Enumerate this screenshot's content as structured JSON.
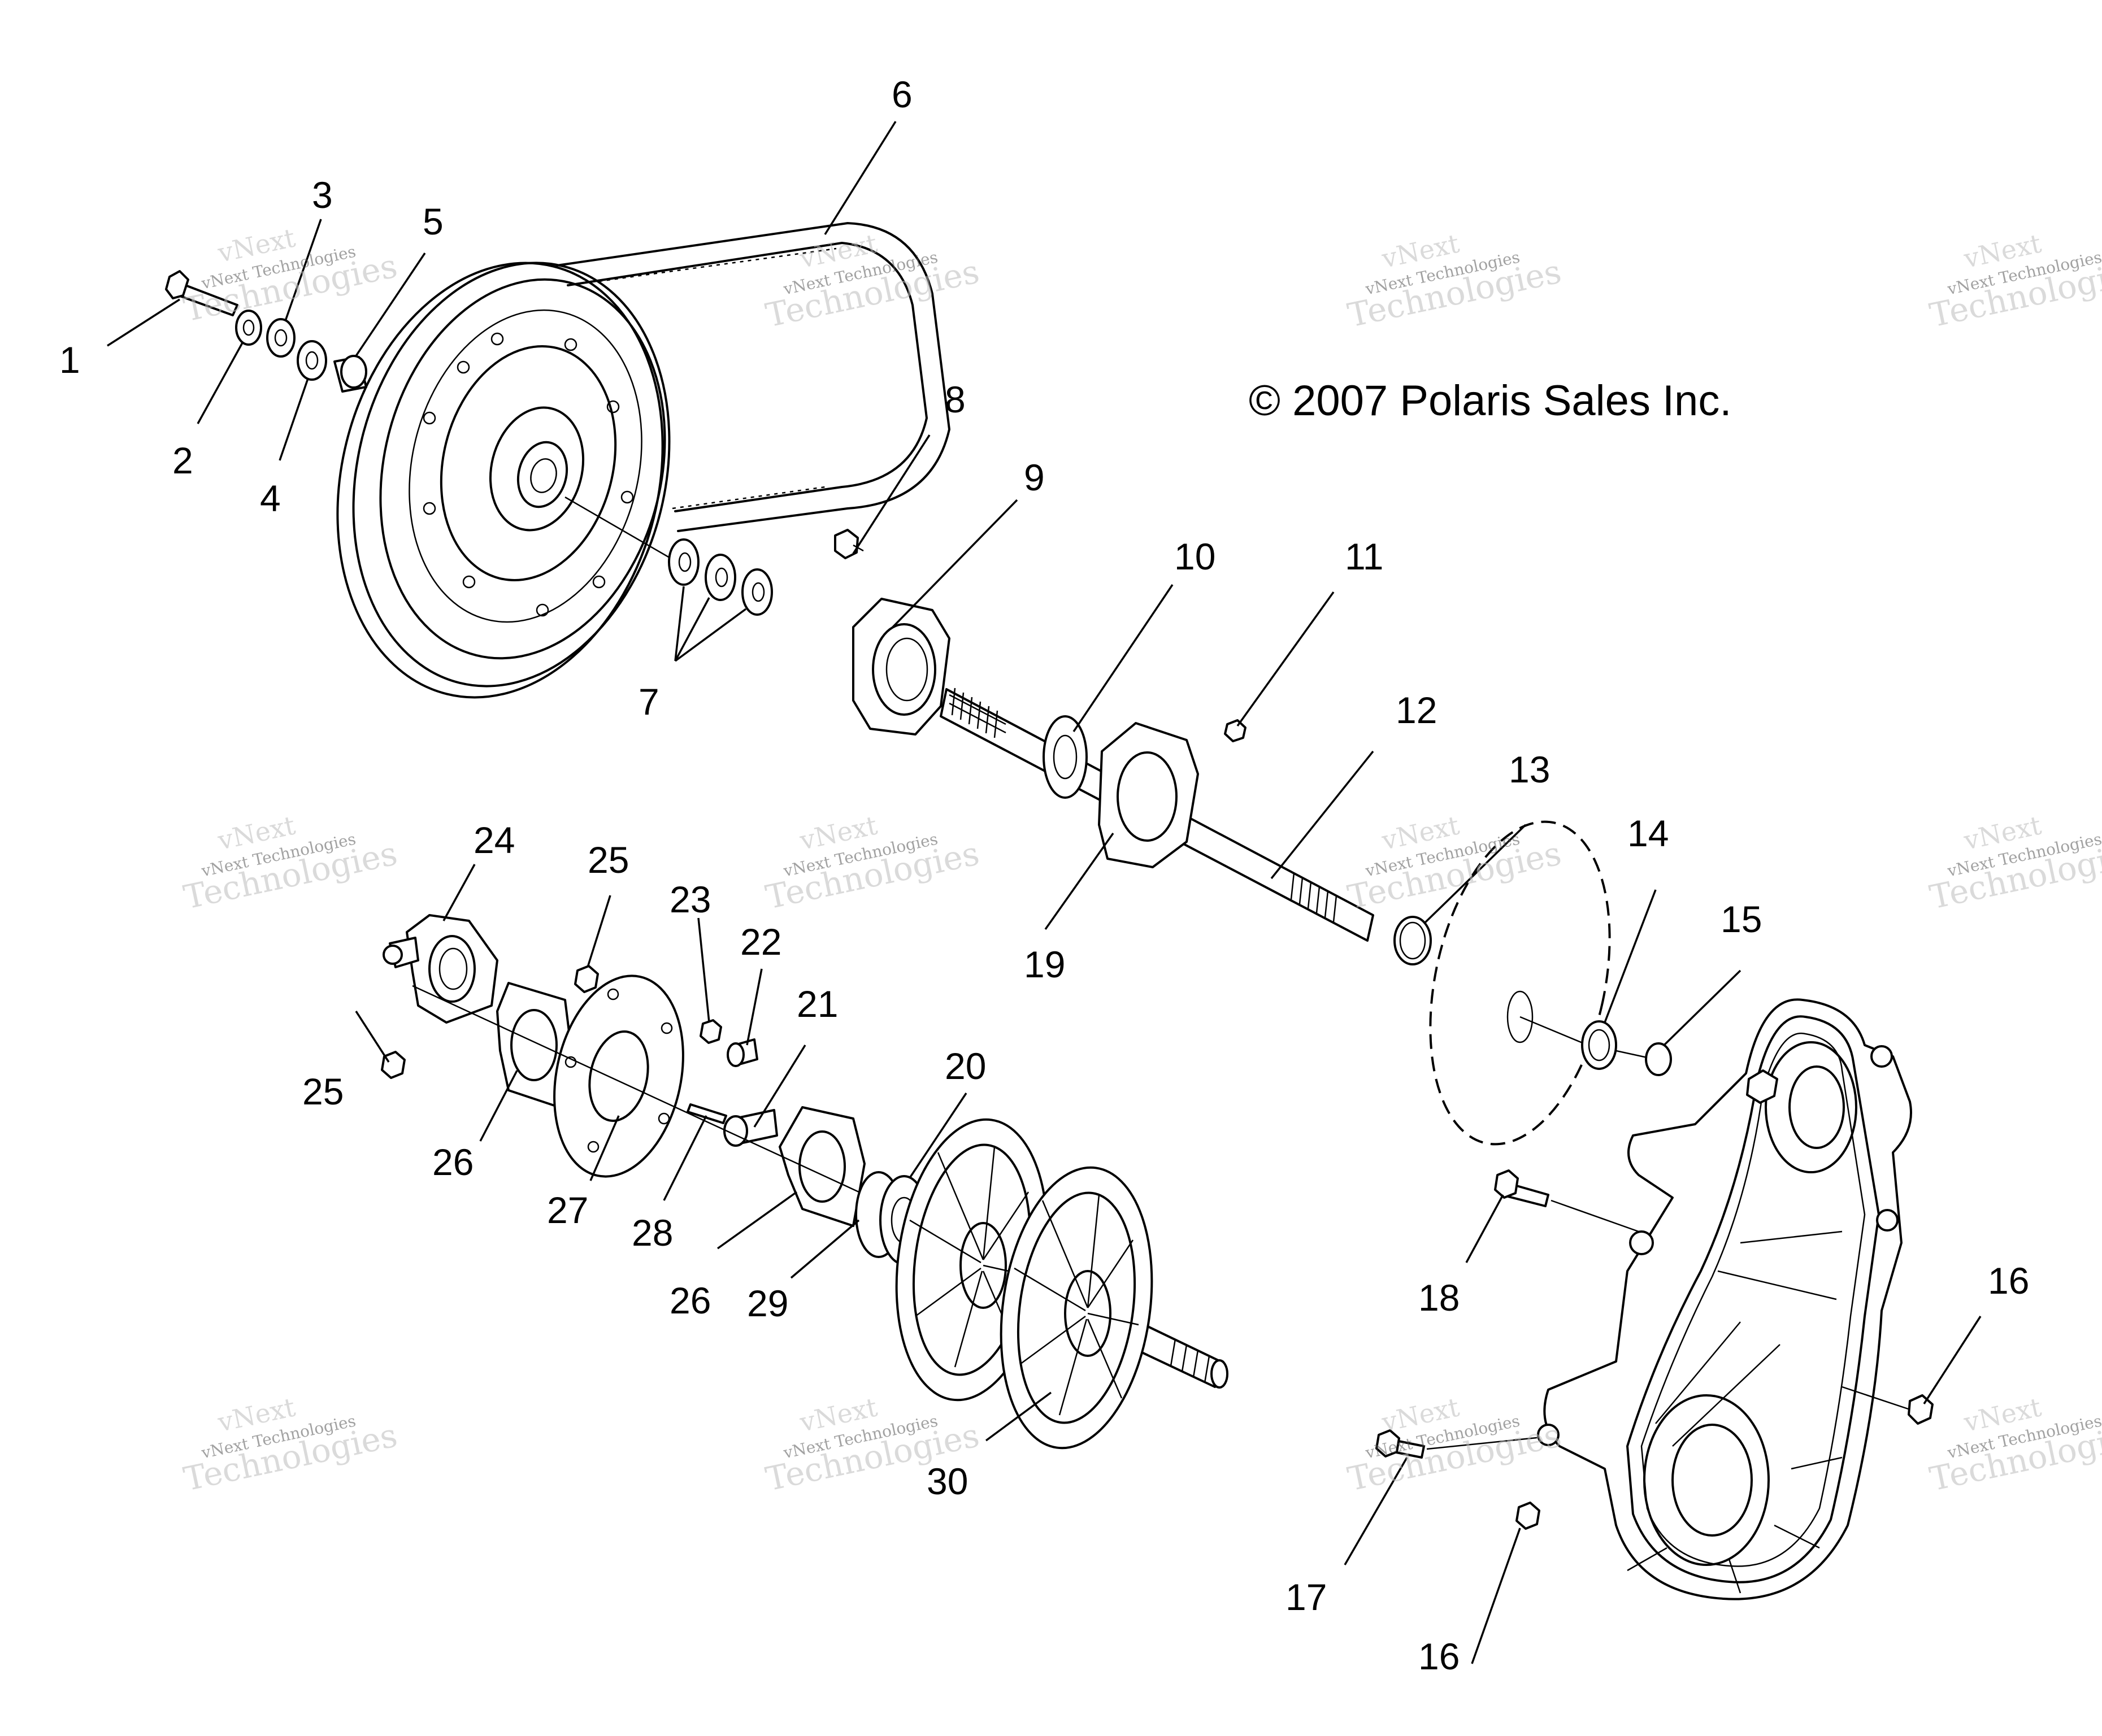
{
  "copyright": "© 2007 Polaris Sales Inc.",
  "watermark": {
    "line1": "vNext",
    "line2": "vNext Technologies",
    "line3": "Technologies"
  },
  "callouts": [
    "1",
    "2",
    "3",
    "4",
    "5",
    "6",
    "7",
    "8",
    "9",
    "10",
    "11",
    "12",
    "13",
    "14",
    "15",
    "16",
    "16",
    "17",
    "18",
    "19",
    "20",
    "21",
    "22",
    "23",
    "24",
    "25",
    "25",
    "26",
    "26",
    "27",
    "28",
    "29",
    "30"
  ]
}
